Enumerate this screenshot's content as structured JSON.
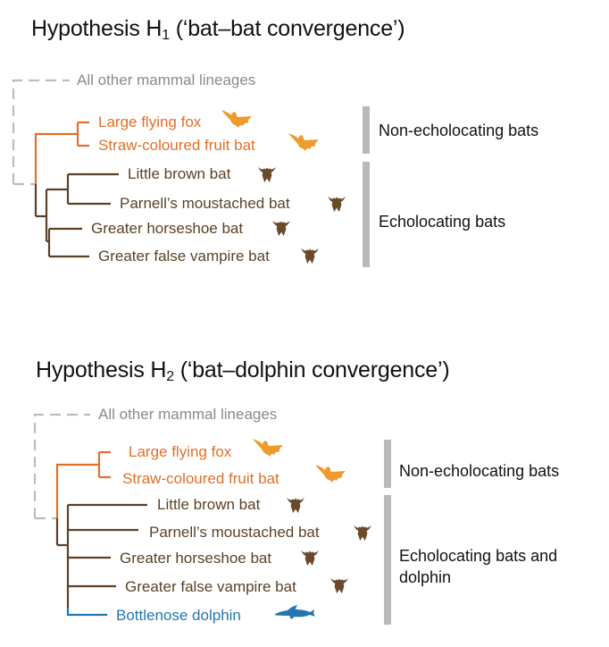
{
  "panel1": {
    "title": "Hypothesis H",
    "title_sub": "1",
    "title_rest": " (‘bat–bat convergence’)",
    "outgroup": "All other mammal lineages",
    "taxa": {
      "flying_fox": "Large flying fox",
      "fruit_bat": "Straw-coloured fruit bat",
      "little_brown": "Little brown bat",
      "parnell": "Parnell’s moustached bat",
      "horseshoe": "Greater horseshoe bat",
      "vampire": "Greater false vampire bat"
    },
    "groups": {
      "non_echo": "Non-echolocating bats",
      "echo": "Echolocating bats"
    }
  },
  "panel2": {
    "title": "Hypothesis H",
    "title_sub": "2",
    "title_rest": " (‘bat–dolphin convergence’)",
    "outgroup": "All other mammal lineages",
    "taxa": {
      "flying_fox": "Large flying fox",
      "fruit_bat": "Straw-coloured fruit bat",
      "little_brown": "Little brown bat",
      "parnell": "Parnell’s moustached bat",
      "horseshoe": "Greater horseshoe bat",
      "vampire": "Greater false vampire bat",
      "dolphin": "Bottlenose dolphin"
    },
    "groups": {
      "non_echo": "Non-echolocating bats",
      "echo": "Echolocating bats and dolphin"
    }
  },
  "colors": {
    "outgroup": "#bdbdbd",
    "non_echolocating": "#e0702a",
    "echolocating": "#5b4128",
    "dolphin": "#2476b0",
    "fruit_bat_icon": "#ef9a2c",
    "group_bar": "#b9b9b9"
  },
  "icons": [
    "fruit-bat-icon",
    "echolocating-bat-icon",
    "dolphin-icon"
  ]
}
